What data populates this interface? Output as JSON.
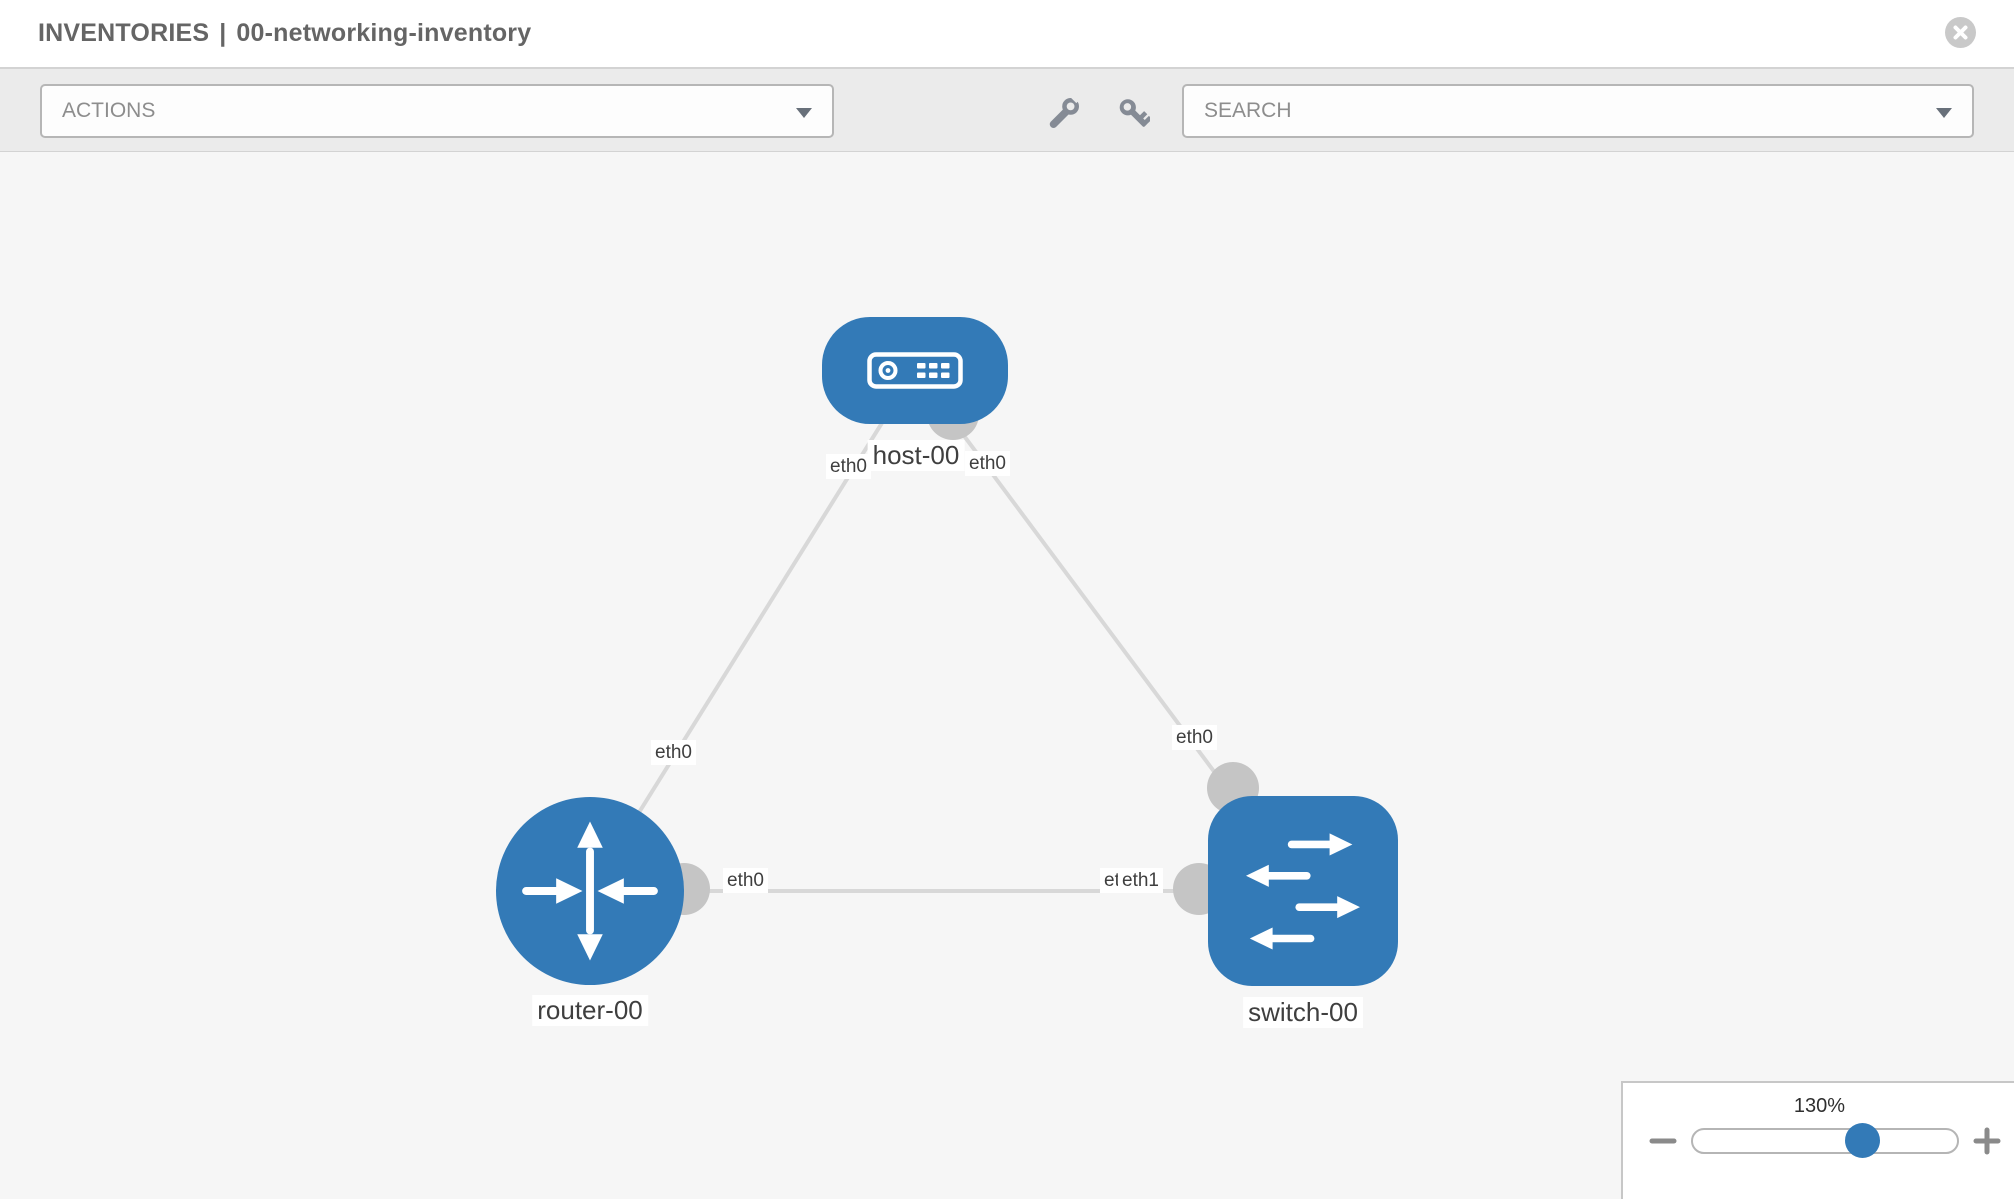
{
  "header": {
    "title_prefix": "INVENTORIES",
    "title_separator": "|",
    "title_name": "00-networking-inventory",
    "close_icon": "circle-x-icon"
  },
  "toolbar": {
    "actions_label": "ACTIONS",
    "search_label": "SEARCH",
    "tool_icons": [
      "wrench-icon",
      "key-icon"
    ],
    "dropdown_caret_icon": "caret-down-icon"
  },
  "topology": {
    "nodes": [
      {
        "id": "host-00",
        "label": "host-00",
        "type": "host",
        "icon": "server-icon"
      },
      {
        "id": "router-00",
        "label": "router-00",
        "type": "router",
        "icon": "router-arrows-icon"
      },
      {
        "id": "switch-00",
        "label": "switch-00",
        "type": "switch",
        "icon": "switch-arrows-icon"
      }
    ],
    "links": [
      {
        "from": "host-00",
        "from_if": "eth0",
        "to": "router-00",
        "to_if": "eth0"
      },
      {
        "from": "host-00",
        "from_if": "eth0",
        "to": "switch-00",
        "to_if": "eth0"
      },
      {
        "from": "router-00",
        "from_if": "eth0",
        "to": "switch-00",
        "to_if": "eth1",
        "occluded_if": "eth0"
      }
    ]
  },
  "zoom_control": {
    "level": "130%",
    "zoom_out_icon": "minus-icon",
    "zoom_in_icon": "plus-icon"
  },
  "colors": {
    "node_blue": "#337ab7",
    "edge_gray": "#d8d8d8",
    "connector_gray": "#c5c5c5",
    "toolbar_gray": "#ebebeb",
    "canvas_gray": "#f6f6f6"
  }
}
